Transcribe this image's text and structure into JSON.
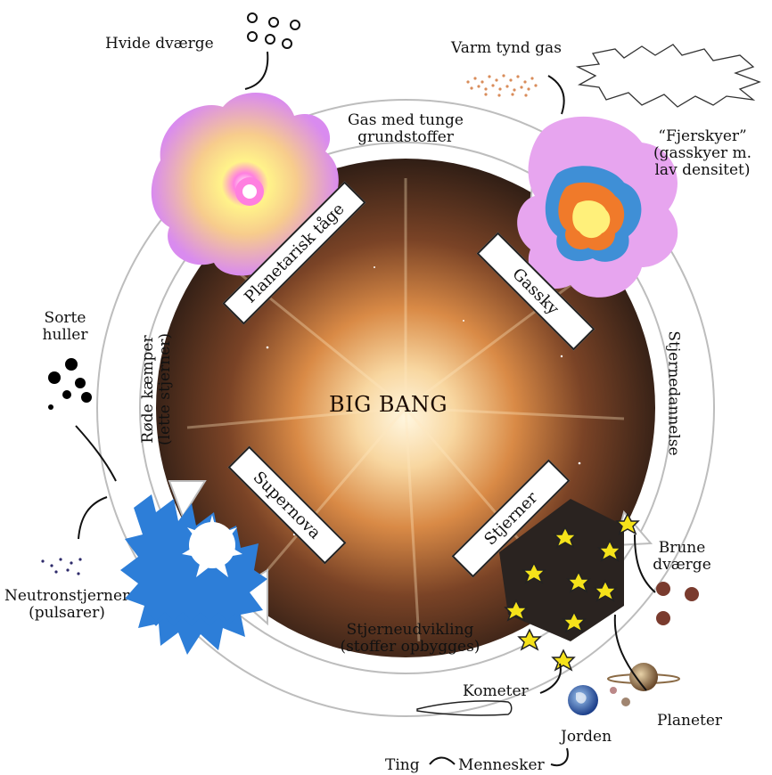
{
  "center": {
    "title": "BIG BANG"
  },
  "boxes": {
    "planetary_nebula": "Planetarisk tåge",
    "gas_cloud": "Gassky",
    "supernova": "Supernova",
    "stars": "Stjerner"
  },
  "arrows": {
    "top": [
      "Gas med tunge",
      "grundstoffer"
    ],
    "right": "Stjernedannelse",
    "bottom": [
      "Stjerneudvikling",
      "(stoffer opbygges)"
    ],
    "left": [
      "Røde kæmper",
      "(lette stjerner)"
    ]
  },
  "labels": {
    "white_dwarfs": "Hvide dværge",
    "warm_gas": "Varm tynd gas",
    "feather_clouds": [
      "“Fjerskyer”",
      "(gasskyer m.",
      "lav densitet)"
    ],
    "black_holes": [
      "Sorte",
      "huller"
    ],
    "neutron_stars": [
      "Neutronstjerner",
      "(pulsarer)"
    ],
    "brown_dwarfs": [
      "Brune",
      "dværge"
    ],
    "planets": "Planeter",
    "comets": "Kometer",
    "earth": "Jorden",
    "things": "Ting",
    "people": "Mennesker"
  },
  "colors": {
    "nebula_pink": "#e98fd8",
    "nebula_core": "#fff27a",
    "cloud_blue": "#3f8fd6",
    "cloud_orange": "#f07a2a",
    "supernova_blue": "#2d7ed8",
    "star_yellow": "#f5e21a",
    "brown_dwarf": "#7a3b2e"
  }
}
